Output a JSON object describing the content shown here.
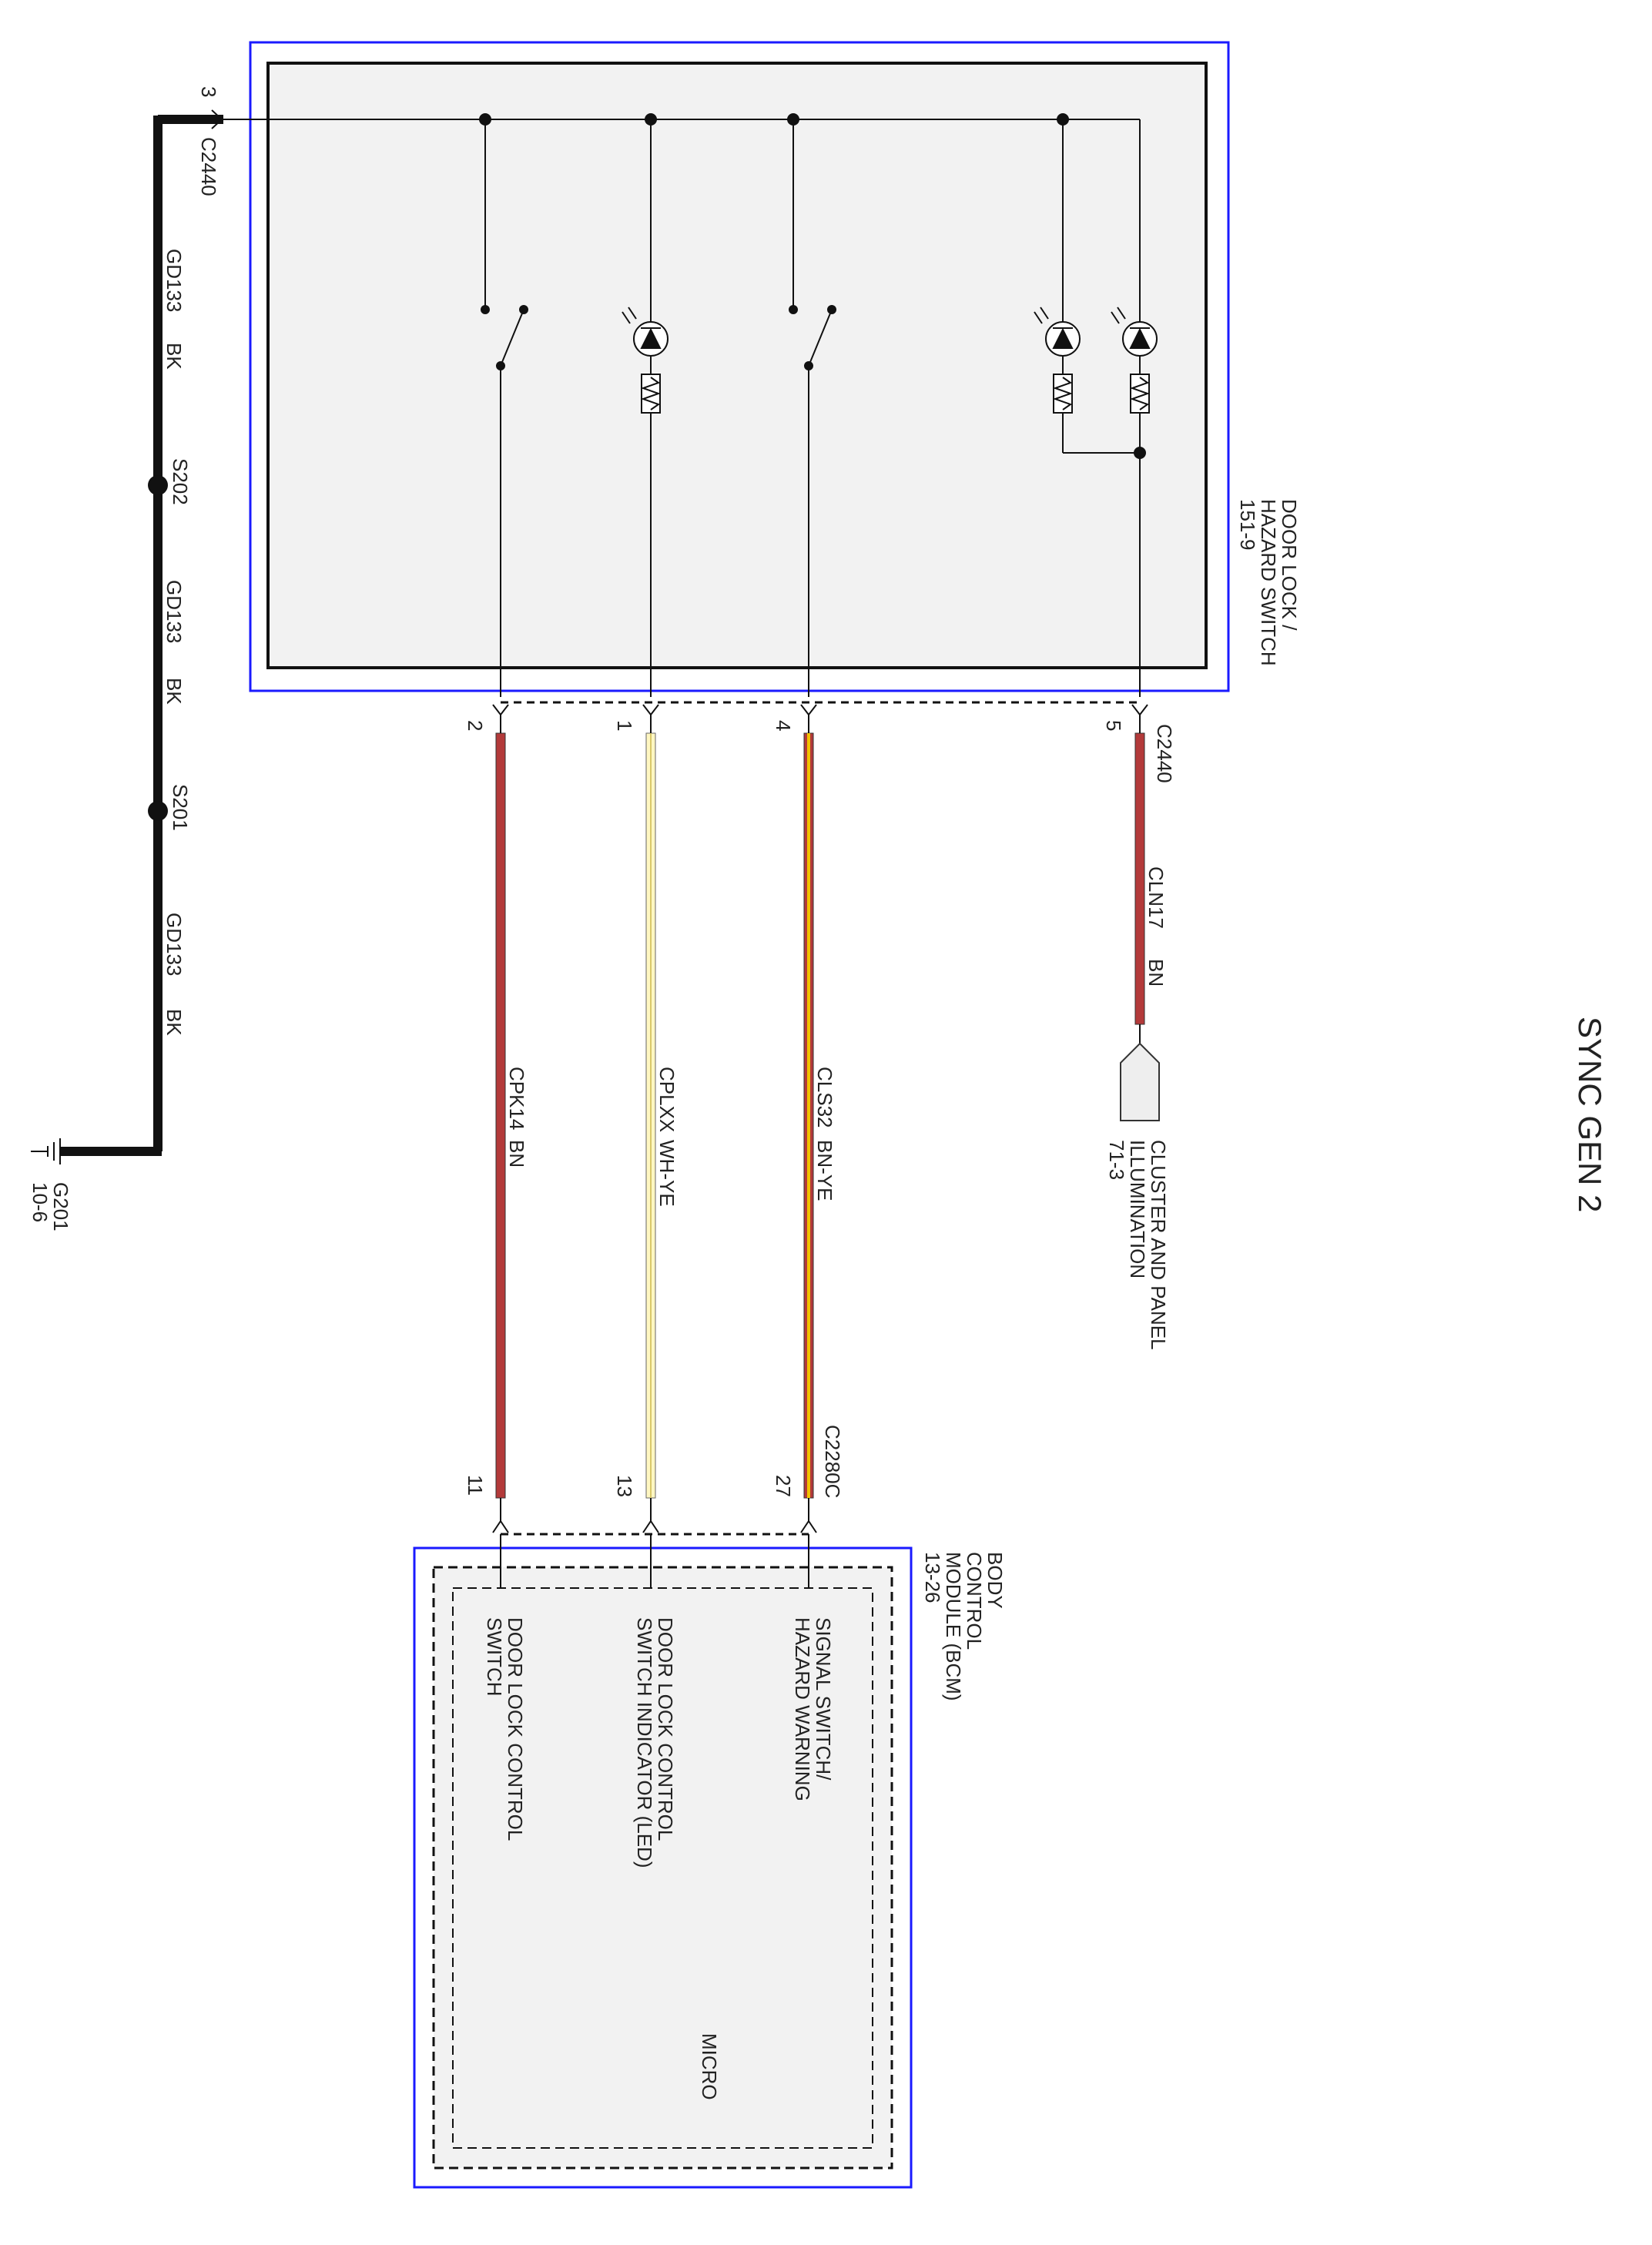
{
  "title": "SYNC GEN 2",
  "ground_wire": {
    "connector_pin": "3",
    "connector": "C2440",
    "segments": [
      {
        "circuit": "GD133",
        "color": "BK"
      },
      {
        "circuit": "GD133",
        "color": "BK"
      },
      {
        "circuit": "GD133",
        "color": "BK"
      }
    ],
    "splices": [
      "S202",
      "S201"
    ],
    "ground": {
      "name": "G201",
      "ref": "10-6"
    }
  },
  "door_lock_switch": {
    "name_line1": "DOOR LOCK /",
    "name_line2": "HAZARD SWITCH",
    "ref": "151-9",
    "connector": "C2440"
  },
  "wires": [
    {
      "pin_top": "2",
      "circuit": "CPK14",
      "color": "BN",
      "pin_bottom": "11",
      "hex": "#b33a3a"
    },
    {
      "pin_top": "1",
      "circuit": "CPLXX",
      "color": "WH-YE",
      "pin_bottom": "13",
      "hex": "#fff7c2"
    },
    {
      "pin_top": "4",
      "circuit": "CLS32",
      "color": "BN-YE",
      "pin_bottom": "27",
      "hex": "#e0a000"
    },
    {
      "pin_top": "5",
      "circuit": "CLN17",
      "color": "BN",
      "hex": "#b33a3a"
    }
  ],
  "cluster": {
    "line1": "CLUSTER AND PANEL",
    "line2": "ILLUMINATION",
    "ref": "71-3"
  },
  "bcm": {
    "connector": "C2280C",
    "name_line1": "BODY",
    "name_line2": "CONTROL",
    "name_line3": "MODULE (BCM)",
    "ref": "13-26",
    "micro": "MICRO",
    "functions": [
      {
        "line1": "DOOR LOCK CONTROL",
        "line2": "SWITCH"
      },
      {
        "line1": "DOOR LOCK CONTROL",
        "line2": "SWITCH INDICATOR (LED)"
      },
      {
        "line1": "SIGNAL SWITCH/",
        "line2": "HAZARD WARNING"
      }
    ]
  },
  "colors": {
    "module_border": "#1a1aff",
    "module_fill": "#f2f2f2"
  }
}
